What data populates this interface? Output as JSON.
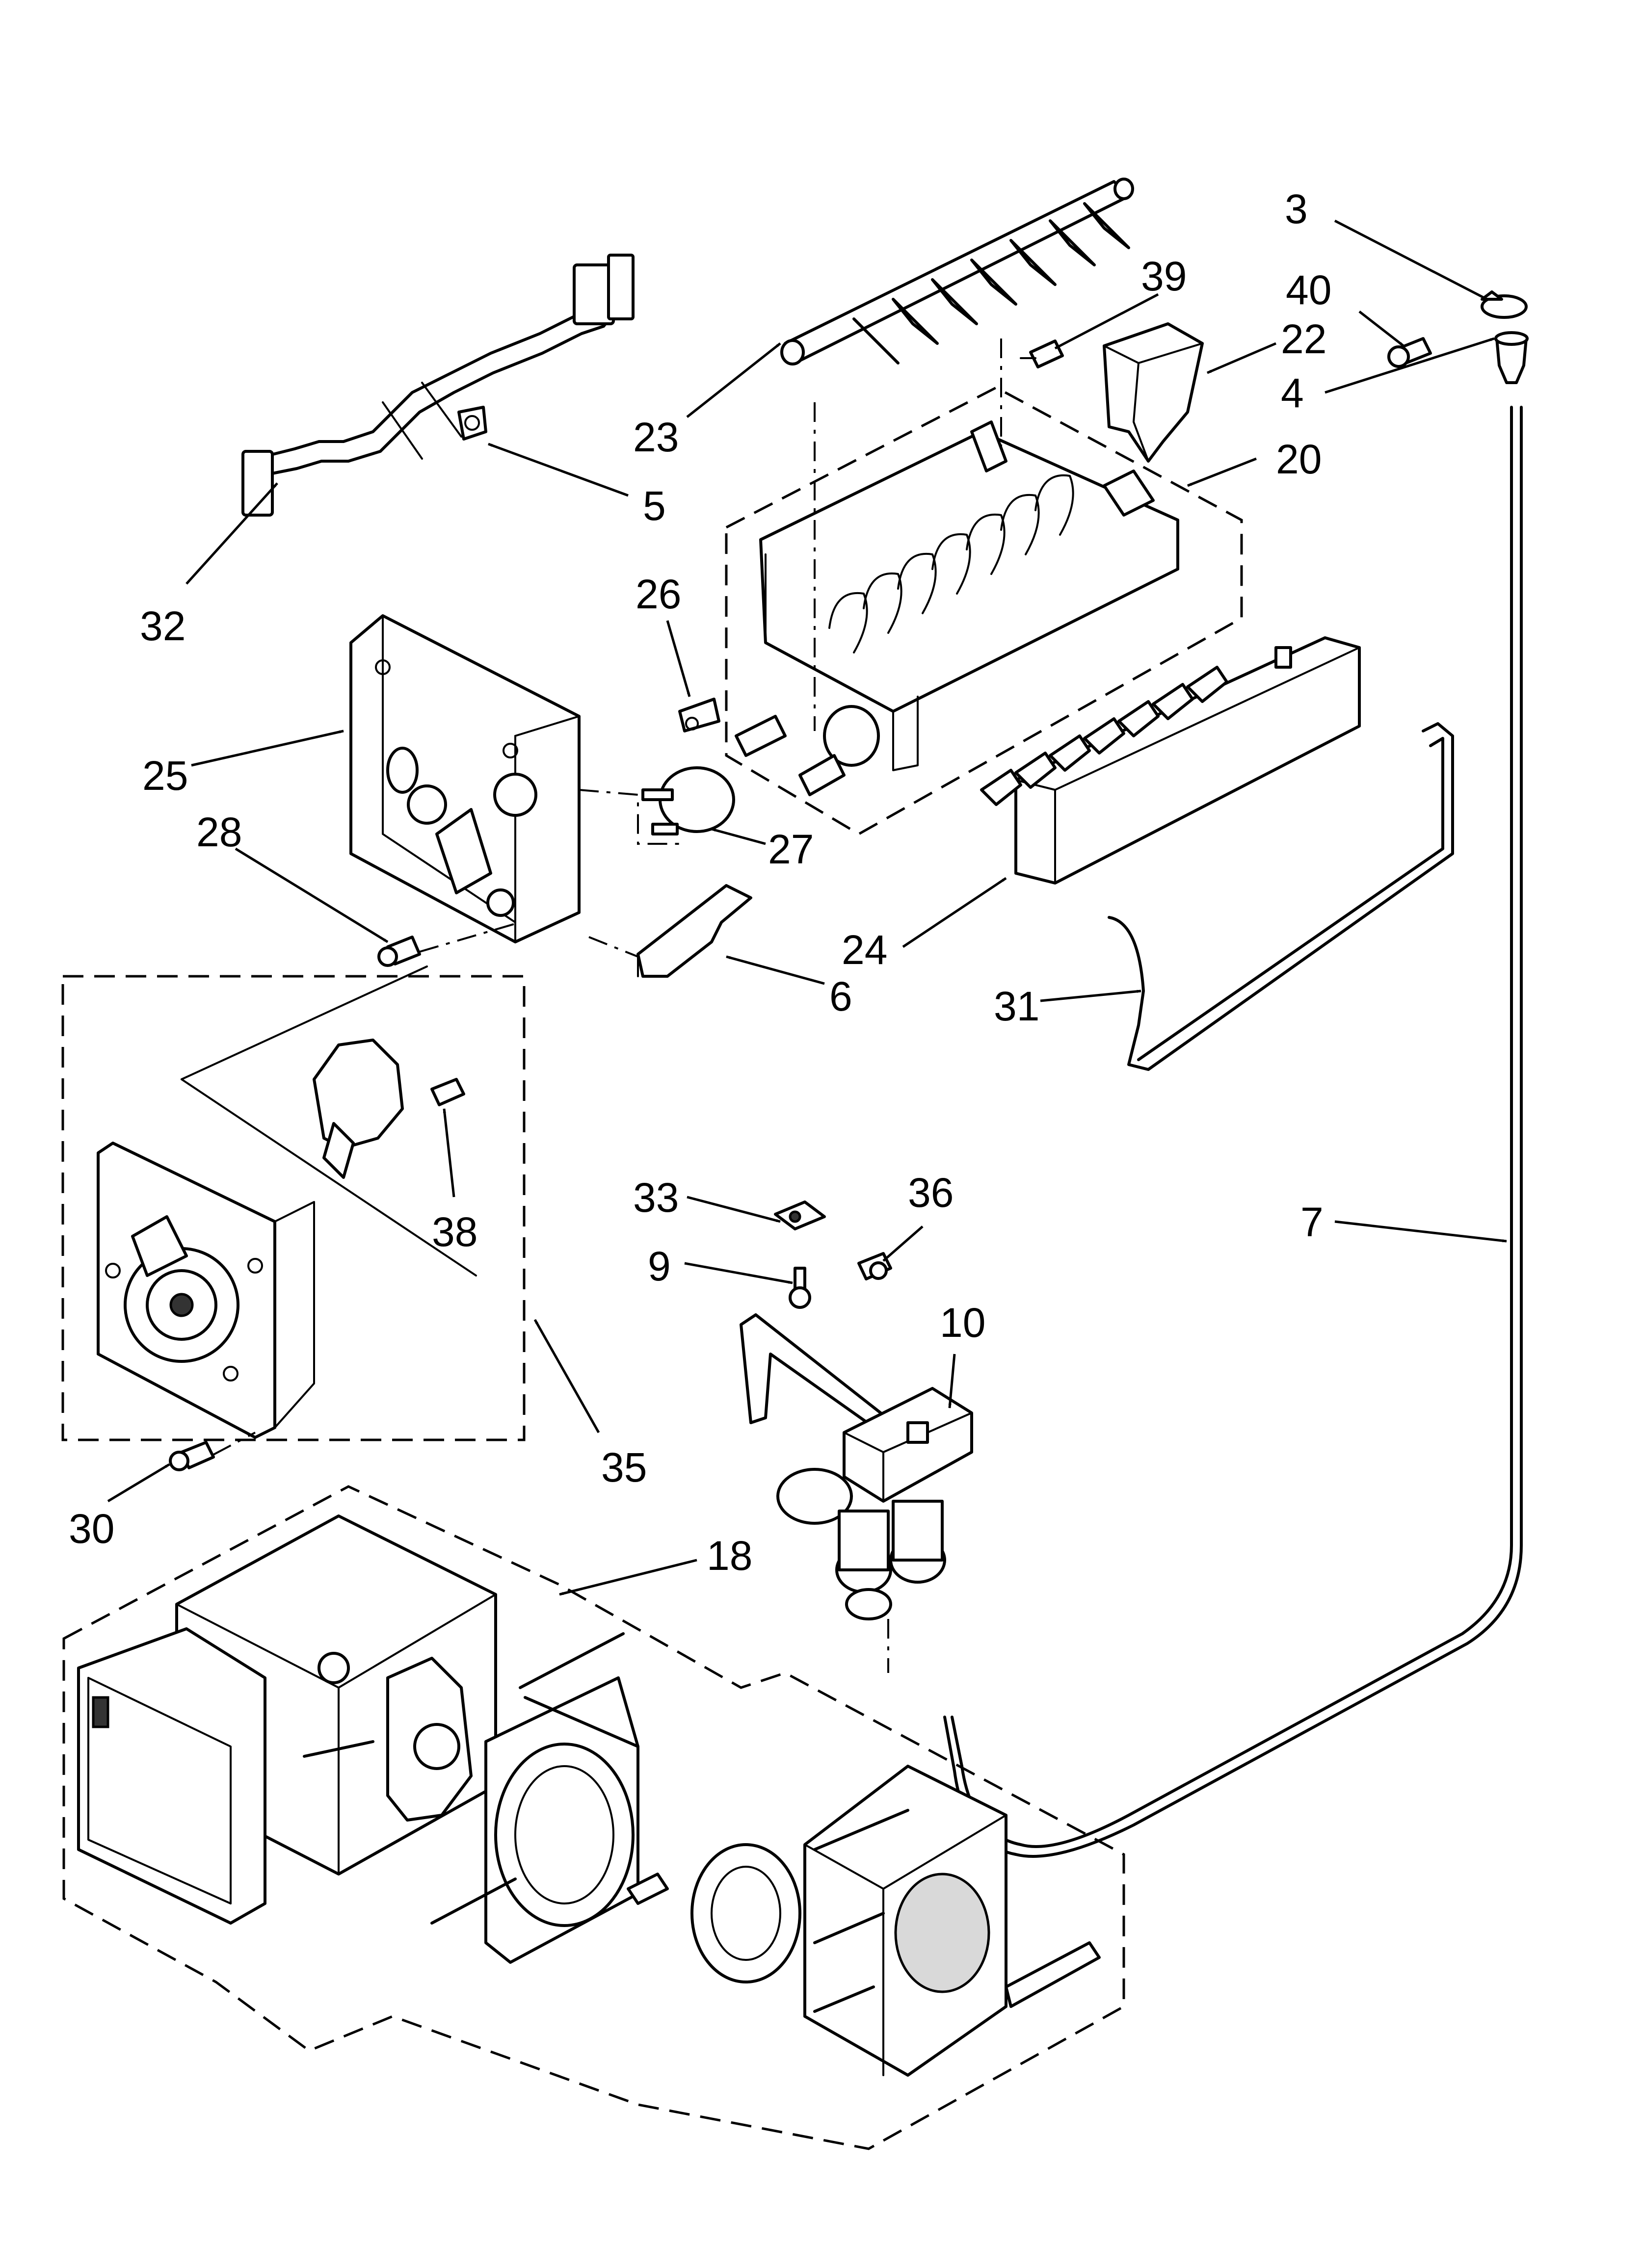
{
  "callouts": {
    "c3": "3",
    "c40": "40",
    "c4": "4",
    "c39": "39",
    "c22": "22",
    "c23": "23",
    "c20": "20",
    "c5": "5",
    "c32": "32",
    "c26": "26",
    "c25": "25",
    "c28": "28",
    "c27": "27",
    "c24": "24",
    "c6": "6",
    "c31": "31",
    "c38": "38",
    "c33": "33",
    "c36": "36",
    "c7": "7",
    "c9": "9",
    "c10": "10",
    "c35": "35",
    "c30": "30",
    "c18": "18"
  }
}
